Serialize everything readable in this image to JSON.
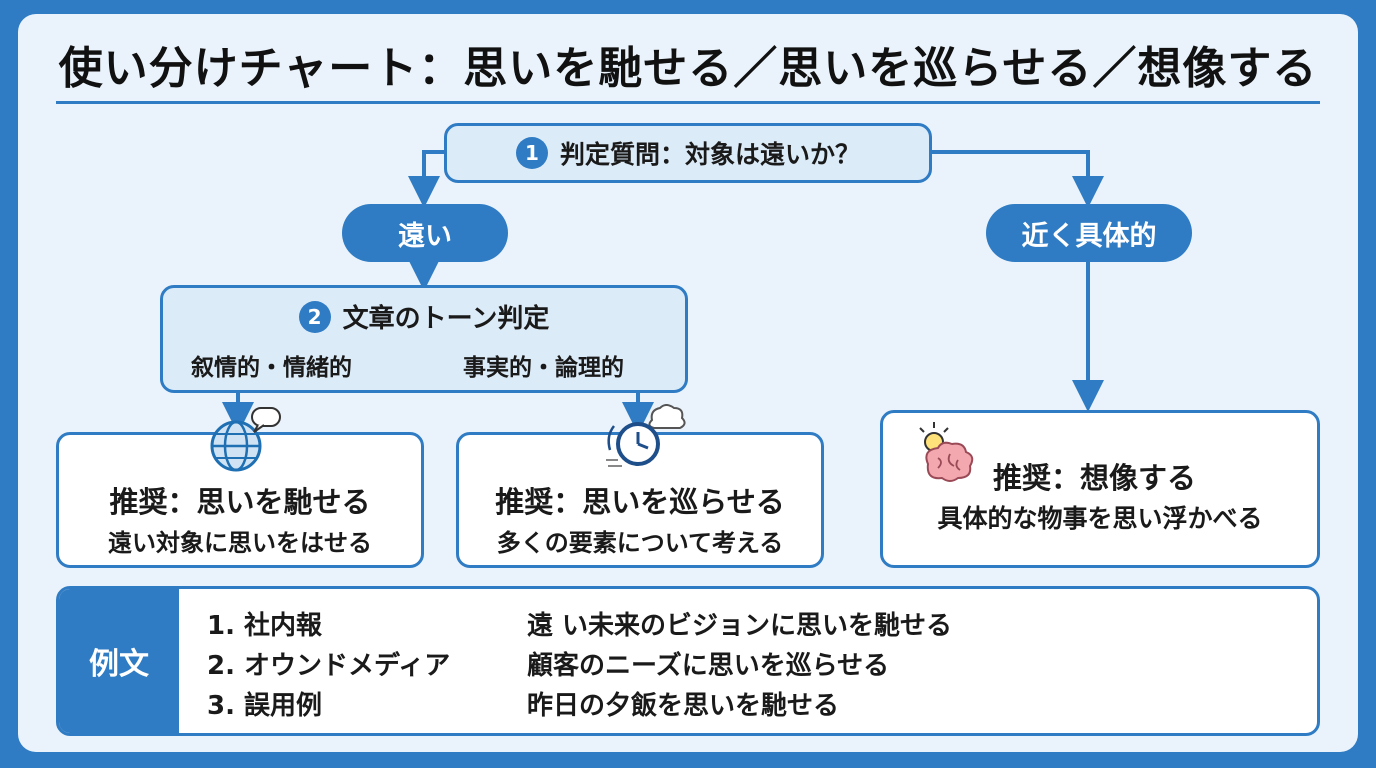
{
  "title": "使い分けチャート：思いを馳せる／思いを巡らせる／想像する",
  "question": {
    "number": "1",
    "text": "判定質問：対象は遠いか？"
  },
  "branches": {
    "far": "遠い",
    "near": "近く具体的"
  },
  "tone": {
    "number": "2",
    "title": "文章のトーン判定",
    "left": "叙情的・情緒的",
    "right": "事実的・論理的"
  },
  "recommendations": [
    {
      "title": "推奨：思いを馳せる",
      "sub": "遠い対象に思いをはせる",
      "icon": "globe-icon"
    },
    {
      "title": "推奨：思いを巡らせる",
      "sub": "多くの要素について考える",
      "icon": "clock-icon"
    },
    {
      "title": "推奨：想像する",
      "sub": "具体的な物事を思い浮かべる",
      "icon": "brain-icon"
    }
  ],
  "examples": {
    "label": "例文",
    "rows": [
      {
        "name": "1. 社内報",
        "text": "遠 い未来のビジョンに思いを馳せる"
      },
      {
        "name": "2. オウンドメディア",
        "text": "顧客のニーズに思いを巡らせる"
      },
      {
        "name": "3. 誤用例",
        "text": "昨日の夕飯を思いを馳せる"
      }
    ]
  },
  "colors": {
    "accent": "#2f7cc4",
    "panel": "#eaf3fb",
    "light_box": "#dcebf8"
  }
}
